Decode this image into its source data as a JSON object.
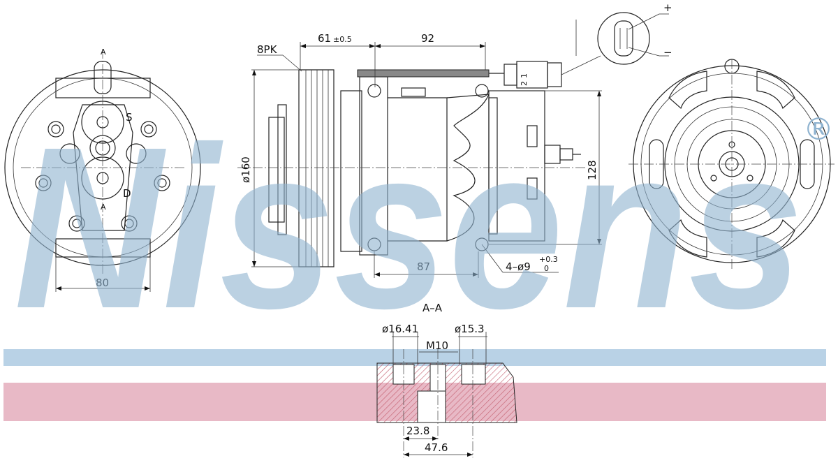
{
  "watermark": {
    "text": "Nissens",
    "registered_mark": "®",
    "color": "#8fb3d0"
  },
  "bands": {
    "blue": "#b9d2e6",
    "pink": "#e8b9c6"
  },
  "labels": {
    "belt": "8PK",
    "dim_61": "61",
    "dim_61_tol": "±0.5",
    "dim_92": "92",
    "dim_160": "ø160",
    "dim_128": "128",
    "dim_87": "87",
    "holes": "4–ø9",
    "holes_tol_upper": "+0.3",
    "holes_tol_lower": "0",
    "dim_80": "80",
    "section_mark": "A",
    "section_title": "A–A",
    "port_s": "S",
    "port_d": "D",
    "plus": "+",
    "minus": "−",
    "pin_1": "1",
    "pin_2": "2",
    "dia_16": "ø16.41",
    "dia_15": "ø15.3",
    "thread": "M10",
    "dim_23": "23.8",
    "dim_47": "47.6"
  }
}
